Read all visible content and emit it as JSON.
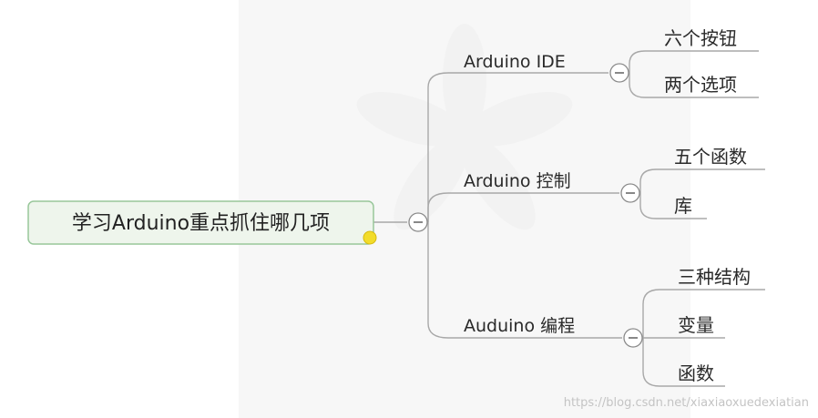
{
  "root": {
    "label": "学习Arduino重点抓住哪几项"
  },
  "branches": [
    {
      "label": "Arduino IDE",
      "children": [
        "六个按钮",
        "两个选项"
      ]
    },
    {
      "label": "Arduino 控制",
      "children": [
        "五个函数",
        "库"
      ]
    },
    {
      "label": "Auduino 编程",
      "children": [
        "三种结构",
        "变量",
        "函数"
      ]
    }
  ],
  "watermark": "https://blog.csdn.net/xiaxiaoxuedexiatian",
  "colors": {
    "root_fill": "#eef5ec",
    "root_border": "#98c79a",
    "connector": "#a8a8a8",
    "cursor_highlight": "#f2dc2a"
  }
}
